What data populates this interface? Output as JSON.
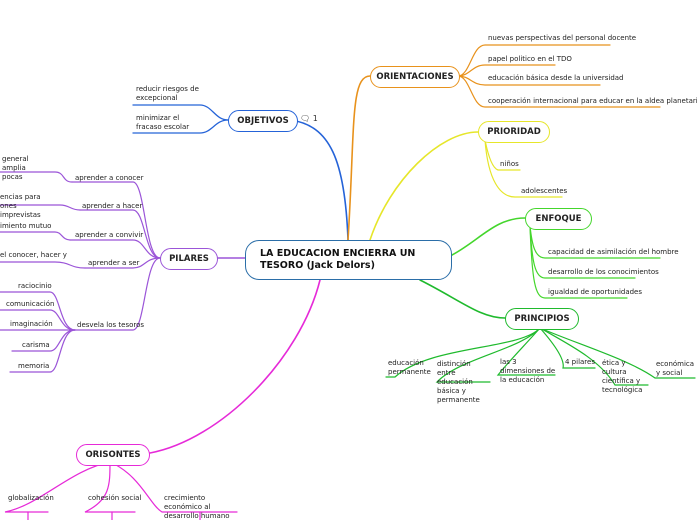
{
  "central": {
    "title": "LA EDUCACION ENCIERRA UN TESORO (Jack Delors)"
  },
  "comment_count": "1",
  "colors": {
    "central": "#2b6ea8",
    "objetivos": "#2563d8",
    "orientaciones": "#e8921c",
    "prioridad": "#e6e62a",
    "enfoque": "#44d62c",
    "principios": "#1fba2d",
    "pilares": "#9b55d8",
    "orisontes": "#e62ad8"
  },
  "branches": {
    "objetivos": {
      "label": "OBJETIVOS",
      "items": [
        "reducir riesgos de excepcional",
        "minimizar el fracaso escolar"
      ]
    },
    "orientaciones": {
      "label": "ORIENTACIONES",
      "items": [
        "nuevas perspectivas del personal docente",
        "papel politico en el TDO",
        "educación básica desde la universidad",
        "cooperación internacional para educar en la aldea planetaria"
      ]
    },
    "prioridad": {
      "label": "PRIORIDAD",
      "items": [
        "niños",
        "adolescentes"
      ]
    },
    "enfoque": {
      "label": "ENFOQUE",
      "items": [
        "capacidad de asimilación del hombre",
        "desarrollo de los conocimientos",
        "igualdad de oportunidades"
      ]
    },
    "principios": {
      "label": "PRINCIPIOS",
      "items": [
        "educación permanente",
        "distinción entre educación básica y permanente",
        "las 3 dimensiones de la educación",
        "4 pilares",
        "ética y cultura científica y tecnológica",
        "económica y social"
      ]
    },
    "pilares": {
      "label": "PILARES",
      "items": [
        "aprender a conocer",
        "aprender a hacer",
        "aprender a convivir",
        "aprender a ser",
        "desvela los tesoros"
      ],
      "subitems": {
        "conocer": "general amplia pocas",
        "hacer": "encias para ones imprevistas",
        "convivir": "imiento mutuo",
        "ser": "el conocer, hacer y"
      },
      "tesoros": [
        "raciocinio",
        "comunicación",
        "imaginación",
        "carisma",
        "memoria"
      ]
    },
    "orisontes": {
      "label": "ORISONTES",
      "items": [
        "globalización",
        "cohesión social",
        "crecimiento económico al desarrollo humano"
      ]
    }
  }
}
